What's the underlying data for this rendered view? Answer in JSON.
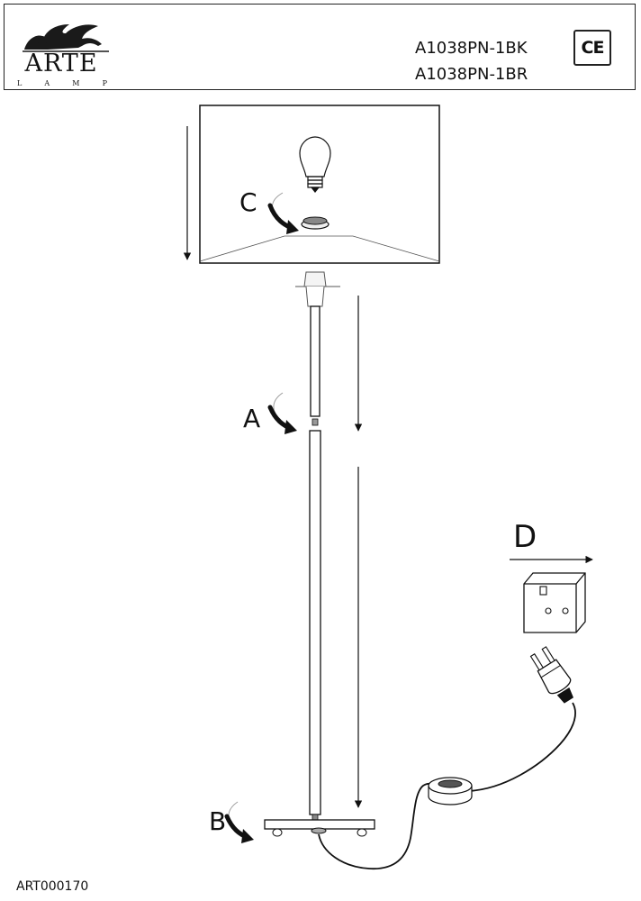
{
  "header": {
    "brand_name": "ARTE",
    "brand_sub": [
      "L",
      "A",
      "M",
      "P"
    ],
    "models": [
      "A1038PN-1BK",
      "A1038PN-1BR"
    ],
    "ce_mark": "CE",
    "logo_icon": "winged-lion-icon"
  },
  "steps": {
    "a": "A",
    "b": "B",
    "c": "C",
    "d": "D"
  },
  "footer": {
    "article_code": "ART000170"
  }
}
